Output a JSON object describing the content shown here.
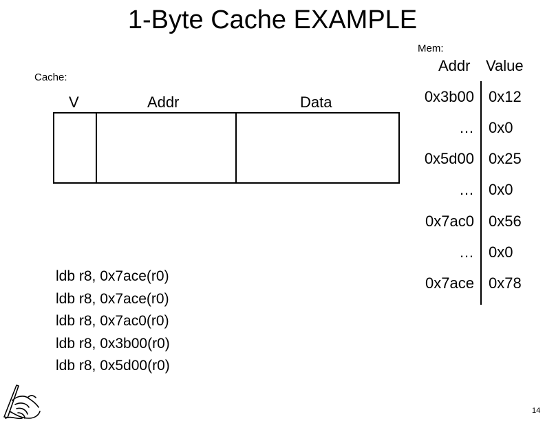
{
  "slide": {
    "title": "1-Byte Cache EXAMPLE",
    "page_number": "14"
  },
  "memory": {
    "label": "Mem:",
    "header": {
      "addr": "Addr",
      "value": "Value"
    },
    "rows": [
      {
        "addr": "0x3b00",
        "value": "0x12"
      },
      {
        "addr": "…",
        "value": "0x0"
      },
      {
        "addr": "0x5d00",
        "value": "0x25"
      },
      {
        "addr": "…",
        "value": "0x0"
      },
      {
        "addr": "0x7ac0",
        "value": "0x56"
      },
      {
        "addr": "…",
        "value": "0x0"
      },
      {
        "addr": "0x7ace",
        "value": "0x78"
      }
    ]
  },
  "cache": {
    "label": "Cache:",
    "columns": {
      "v": "V",
      "addr": "Addr",
      "data": "Data"
    }
  },
  "instructions": [
    "ldb r8, 0x7ace(r0)",
    "ldb r8, 0x7ace(r0)",
    "ldb r8, 0x7ac0(r0)",
    "ldb r8, 0x3b00(r0)",
    "ldb r8, 0x5d00(r0)"
  ],
  "icons": {
    "corner": "writing-hand-icon"
  }
}
